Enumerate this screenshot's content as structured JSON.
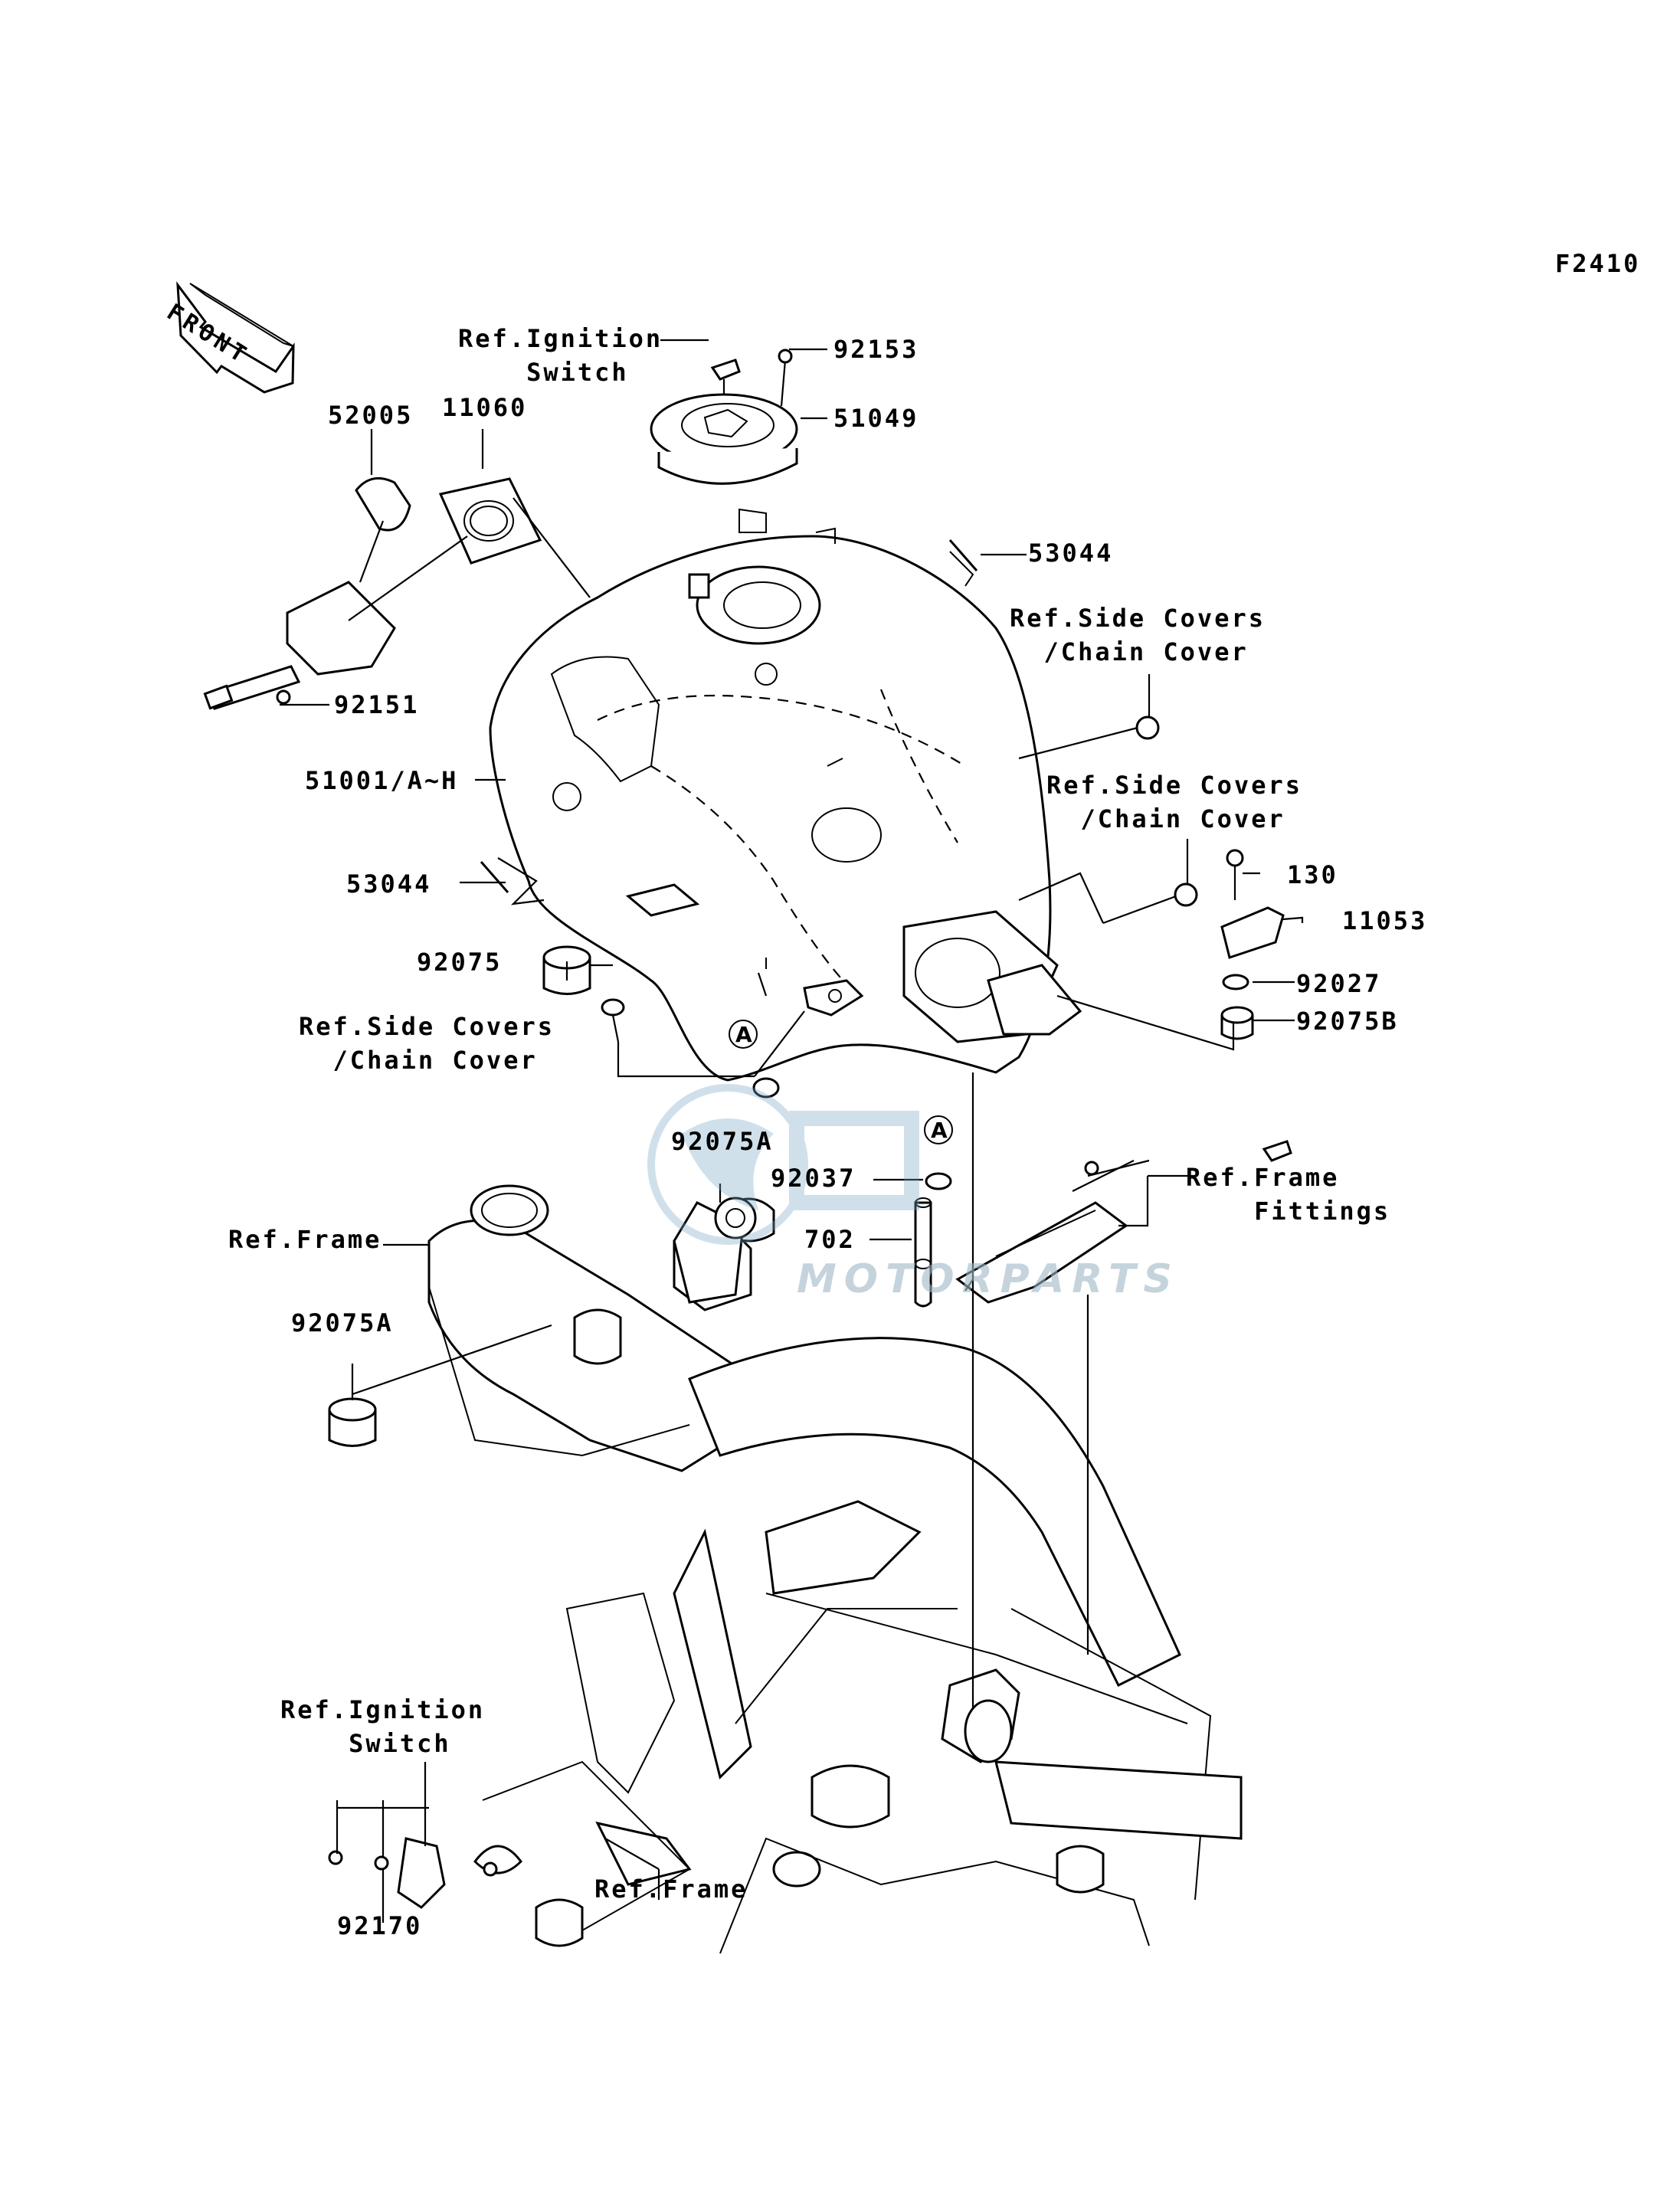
{
  "figure_code": "F2410",
  "front_label": "FRONT",
  "watermark": {
    "text": "MOTORPARTS",
    "brand_color": "#7aa7c7"
  },
  "circle_markers": [
    "A",
    "A"
  ],
  "labels": {
    "ref_ignition_top": "Ref.Ignition\n  Switch",
    "p92153": "92153",
    "p51049": "51049",
    "p52005": "52005",
    "p11060": "11060",
    "p53044_top": "53044",
    "ref_side_covers_1": "Ref.Side Covers\n  /Chain Cover",
    "p92151": "92151",
    "p51001": "51001/A~H",
    "ref_side_covers_2": "Ref.Side Covers\n  /Chain Cover",
    "p53044_left": "53044",
    "p130": "130",
    "p11053": "11053",
    "p92075": "92075",
    "p92027": "92027",
    "p92075B": "92075B",
    "ref_side_covers_3": "Ref.Side Covers\n  /Chain Cover",
    "p92075A_top": "92075A",
    "p92037": "92037",
    "p702": "702",
    "ref_frame_fittings": "Ref.Frame\n    Fittings",
    "ref_frame_1": "Ref.Frame",
    "p92075A_left": "92075A",
    "ref_ignition_bottom": "Ref.Ignition\n  Switch",
    "p92170": "92170",
    "ref_frame_2": "Ref.Frame"
  }
}
